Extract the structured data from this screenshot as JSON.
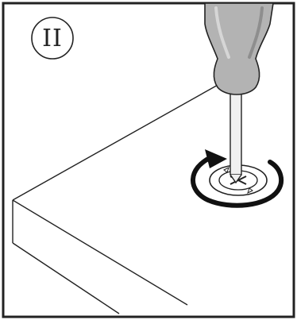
{
  "step": {
    "label": "II"
  },
  "scene": {
    "objects": [
      "screwdriver-handle",
      "screwdriver-shaft",
      "screw",
      "panel"
    ],
    "rotation_direction": "clockwise"
  },
  "colors": {
    "line": "#222222",
    "background": "#ffffff",
    "handle": "#b3b3b3",
    "handle_shadow": "#8e8e8e",
    "shaft": "#f0f0f0"
  }
}
